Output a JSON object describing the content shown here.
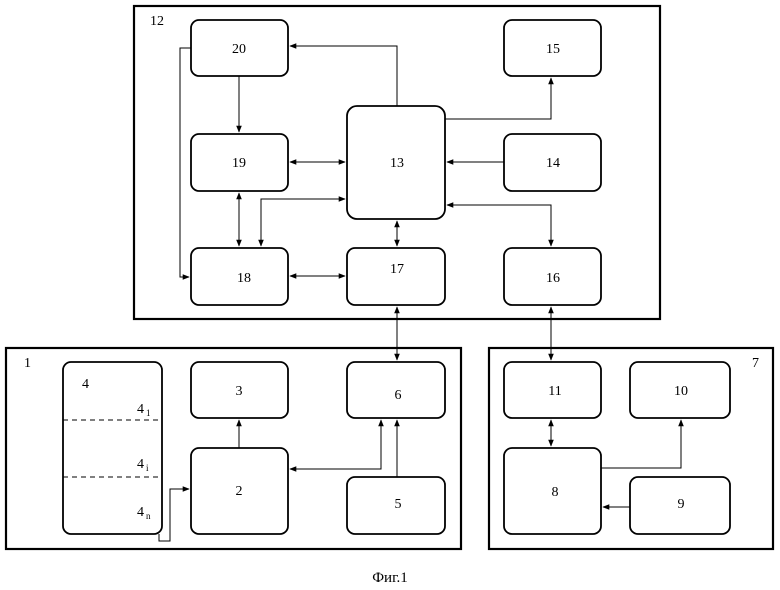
{
  "caption": "Фиг.1",
  "groups": {
    "g12": "12",
    "g1": "1",
    "g7": "7"
  },
  "blocks": {
    "b2": "2",
    "b3": "3",
    "b4": "4",
    "b5": "5",
    "b6": "6",
    "b8": "8",
    "b9": "9",
    "b10": "10",
    "b11": "11",
    "b13": "13",
    "b14": "14",
    "b15": "15",
    "b16": "16",
    "b17": "17",
    "b18": "18",
    "b19": "19",
    "b20": "20"
  },
  "block4_sections": {
    "s1": {
      "main": "4",
      "sub": "1"
    },
    "si": {
      "main": "4",
      "sub": "i"
    },
    "sn": {
      "main": "4",
      "sub": "n"
    }
  }
}
